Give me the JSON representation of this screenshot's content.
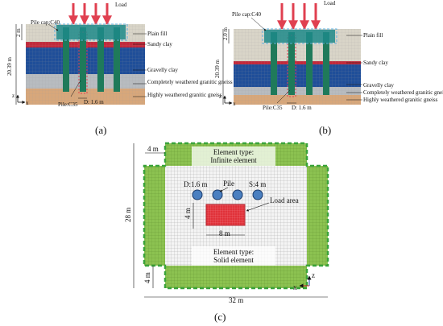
{
  "panel_a": {
    "load": "Load",
    "pile_cap": "Pile cap:C40",
    "dim_top": "2 m",
    "height": "20.39 m",
    "pile": "Pile:C35",
    "diameter": "D: 1.6 m",
    "layers": [
      "Plain fill",
      "Sandy clay",
      "Gravelly clay",
      "Completely weathered granitic gneiss",
      "Highly weathered granitic gneiss"
    ],
    "axis_z": "z",
    "axis_x": "x",
    "caption": "(a)"
  },
  "panel_b": {
    "load": "Load",
    "pile_cap": "Pile cap:C40",
    "dim_top": "2.0 m",
    "height": "20.39 m",
    "pile": "Pile:C35",
    "diameter": "D: 1.6 m",
    "layers": [
      "Plain fill",
      "Sandy clay",
      "Gravelly clay",
      "Completely weathered granitic gneiss",
      "Highly weathered granitic gneiss"
    ],
    "axis_z": "z",
    "axis_x": "x",
    "caption": "(b)"
  },
  "panel_c": {
    "infinite_label_1": "Element type:",
    "infinite_label_2": "Infinite element",
    "solid_label_1": "Element type:",
    "solid_label_2": "Solid element",
    "pile": "Pile",
    "diameter": "D:1.6 m",
    "spacing": "S:4 m",
    "load_area": "Load area",
    "dim_4m_top": "4 m",
    "dim_28m": "28 m",
    "dim_4m_side": "4 m",
    "dim_8m": "8 m",
    "dim_4m_bottom": "4 m",
    "dim_32m": "32 m",
    "axis_z": "z",
    "axis_x": "x",
    "caption": "(c)"
  },
  "colors": {
    "pile_cap": "#1d8a8a",
    "pile": "#1f7a5a",
    "infinite": "#8cc251",
    "load": "#e0323a",
    "gravelly_clay": "#1f4e99",
    "sandy_clay": "#c3293b",
    "weathered": "#b8bcc0",
    "highly": "#d8a77a"
  }
}
